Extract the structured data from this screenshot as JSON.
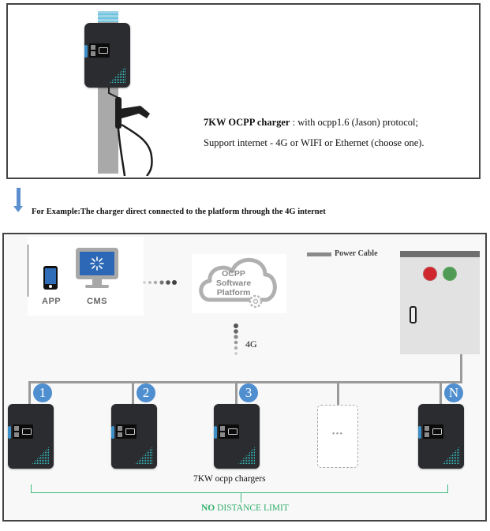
{
  "product": {
    "title_bold": "7KW OCPP charger",
    "title_rest": " : with ocpp1.6 (Jason) protocol;",
    "support_line": "Support internet - 4G or WIFI or Ethernet (choose one)."
  },
  "example": {
    "text": "For Example:The charger direct connected to the platform through the 4G internet"
  },
  "diagram": {
    "app_label": "APP",
    "cms_label": "CMS",
    "cloud_lines": [
      "OCPP",
      "Software",
      "Platform"
    ],
    "legend_label": "Power Cable",
    "connection_label": "4G",
    "badges": [
      "1",
      "2",
      "3",
      "N"
    ],
    "placeholder_symbol": "•••",
    "chargers_label": "7KW ocpp chargers",
    "distance_bold": "NO",
    "distance_rest": " DISTANCE LIMIT"
  },
  "colors": {
    "accent_blue": "#4f8fd0",
    "arrow_blue": "#5b8fcf",
    "cable_gray": "#9a9a9a",
    "limit_green": "#2fae6a",
    "light_red": "#d0262e",
    "light_green": "#4f9a55",
    "charger_body": "#2a2c2f",
    "led_cyan": "#35c7c9"
  }
}
